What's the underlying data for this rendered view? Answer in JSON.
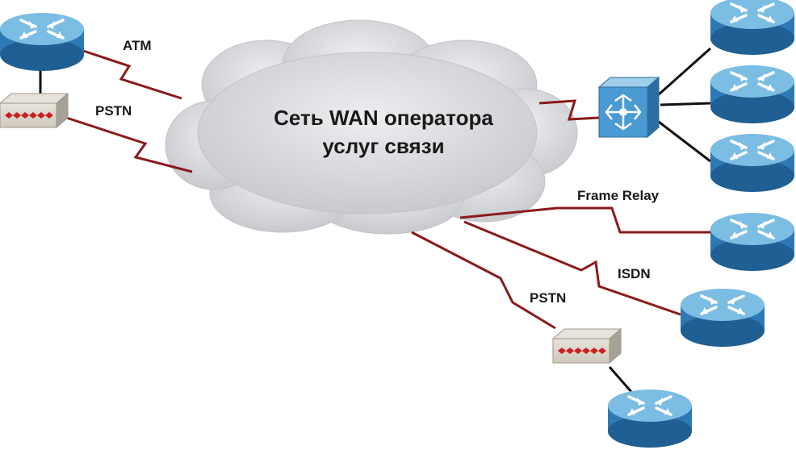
{
  "cloud": {
    "line1": "Сеть WAN оператора",
    "line2": "услуг связи"
  },
  "links": {
    "atm": "ATM",
    "pstn_left": "PSTN",
    "frame_relay": "Frame Relay",
    "isdn": "ISDN",
    "pstn_bottom": "PSTN"
  },
  "colors": {
    "link": "#8b1a1a",
    "cloud": "#d9dadd",
    "router_top": "#6fb1d9",
    "router_side": "#2d79b4",
    "switch_face": "#4a9ad3",
    "modem": "#c8c3b8",
    "modem_led": "#c81e1e"
  },
  "icons": {
    "router": "router-icon",
    "switch": "multilayer-switch-icon",
    "modem": "modem-icon",
    "cloud": "wan-cloud-icon"
  }
}
